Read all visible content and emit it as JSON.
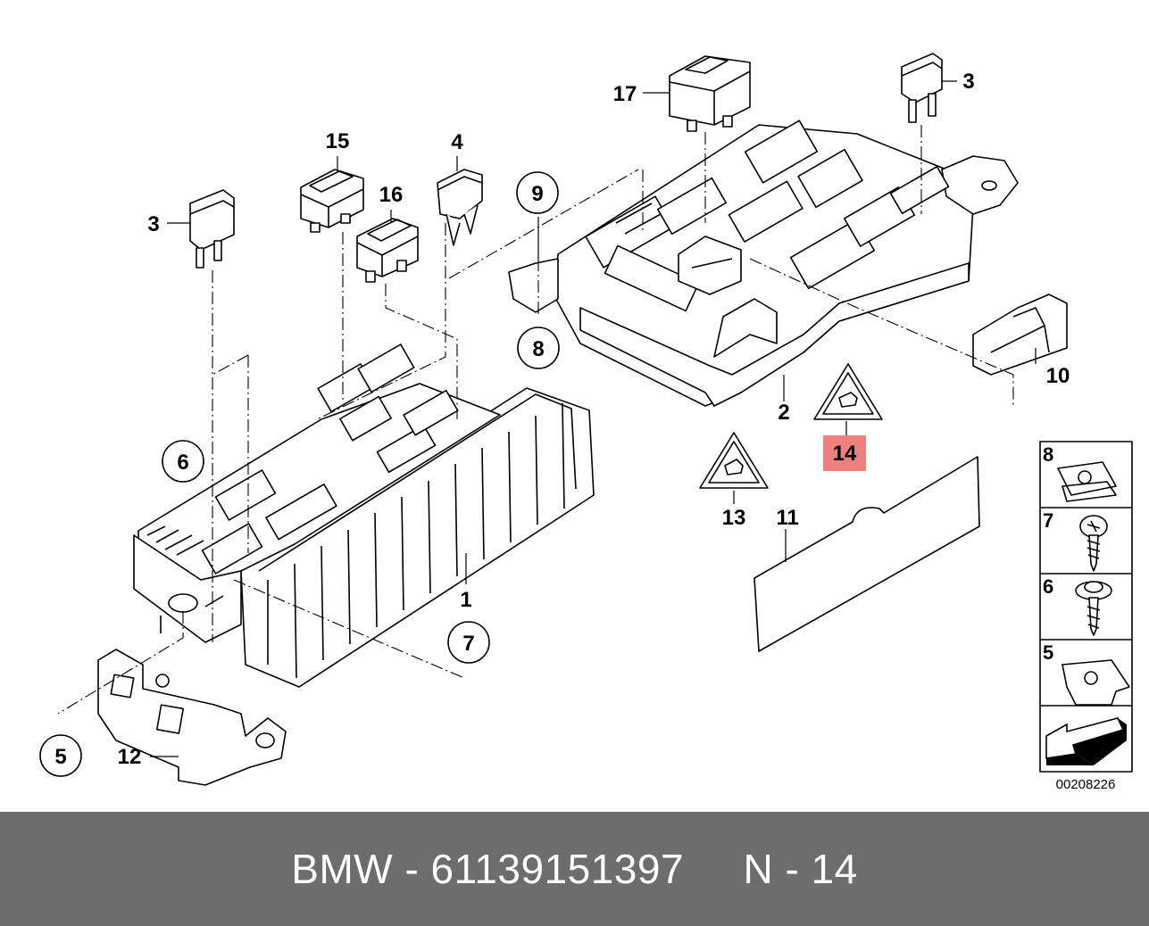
{
  "diagram": {
    "drawing_number": "00208226",
    "highlight_color": "#f08080",
    "callouts": [
      {
        "id": "c1",
        "label": "1"
      },
      {
        "id": "c2",
        "label": "2"
      },
      {
        "id": "c3a",
        "label": "3"
      },
      {
        "id": "c3b",
        "label": "3"
      },
      {
        "id": "c4",
        "label": "4"
      },
      {
        "id": "c5",
        "label": "5"
      },
      {
        "id": "c6",
        "label": "6"
      },
      {
        "id": "c7",
        "label": "7"
      },
      {
        "id": "c8",
        "label": "8"
      },
      {
        "id": "c9",
        "label": "9"
      },
      {
        "id": "c10",
        "label": "10"
      },
      {
        "id": "c11",
        "label": "11"
      },
      {
        "id": "c12",
        "label": "12"
      },
      {
        "id": "c13",
        "label": "13"
      },
      {
        "id": "c14",
        "label": "14"
      },
      {
        "id": "c15",
        "label": "15"
      },
      {
        "id": "c16",
        "label": "16"
      },
      {
        "id": "c17",
        "label": "17"
      }
    ],
    "inset": [
      {
        "label": "8"
      },
      {
        "label": "7"
      },
      {
        "label": "6"
      },
      {
        "label": "5"
      }
    ]
  },
  "footer": {
    "text": "BMW - 61139151397     N - 14",
    "background": "#6d6d6d"
  }
}
